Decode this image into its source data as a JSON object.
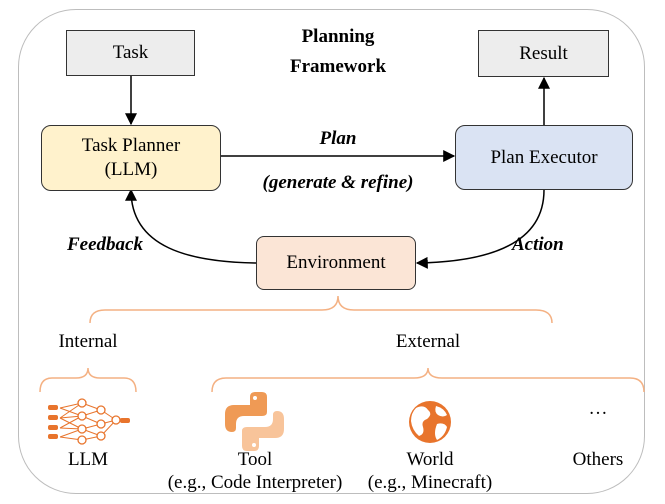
{
  "title_line1": "Planning",
  "title_line2": "Framework",
  "task": "Task",
  "result": "Result",
  "planner_line1": "Task Planner",
  "planner_line2": "(LLM)",
  "executor": "Plan Executor",
  "environment": "Environment",
  "plan_label": "Plan",
  "plan_sub": "(generate & refine)",
  "feedback": "Feedback",
  "action": "Action",
  "internal": "Internal",
  "external": "External",
  "items": {
    "llm": "LLM",
    "tool": "Tool",
    "tool_sub": "(e.g., Code Interpreter)",
    "world": "World",
    "world_sub": "(e.g., Minecraft)",
    "others_dots": "…",
    "others": "Others"
  },
  "colors": {
    "planner_fill": "#fff2cc",
    "executor_fill": "#dae3f3",
    "environment_fill": "#fbe5d6",
    "gray_fill": "#ededed",
    "brace": "#f4b183",
    "icon_orange": "#e8742c"
  }
}
